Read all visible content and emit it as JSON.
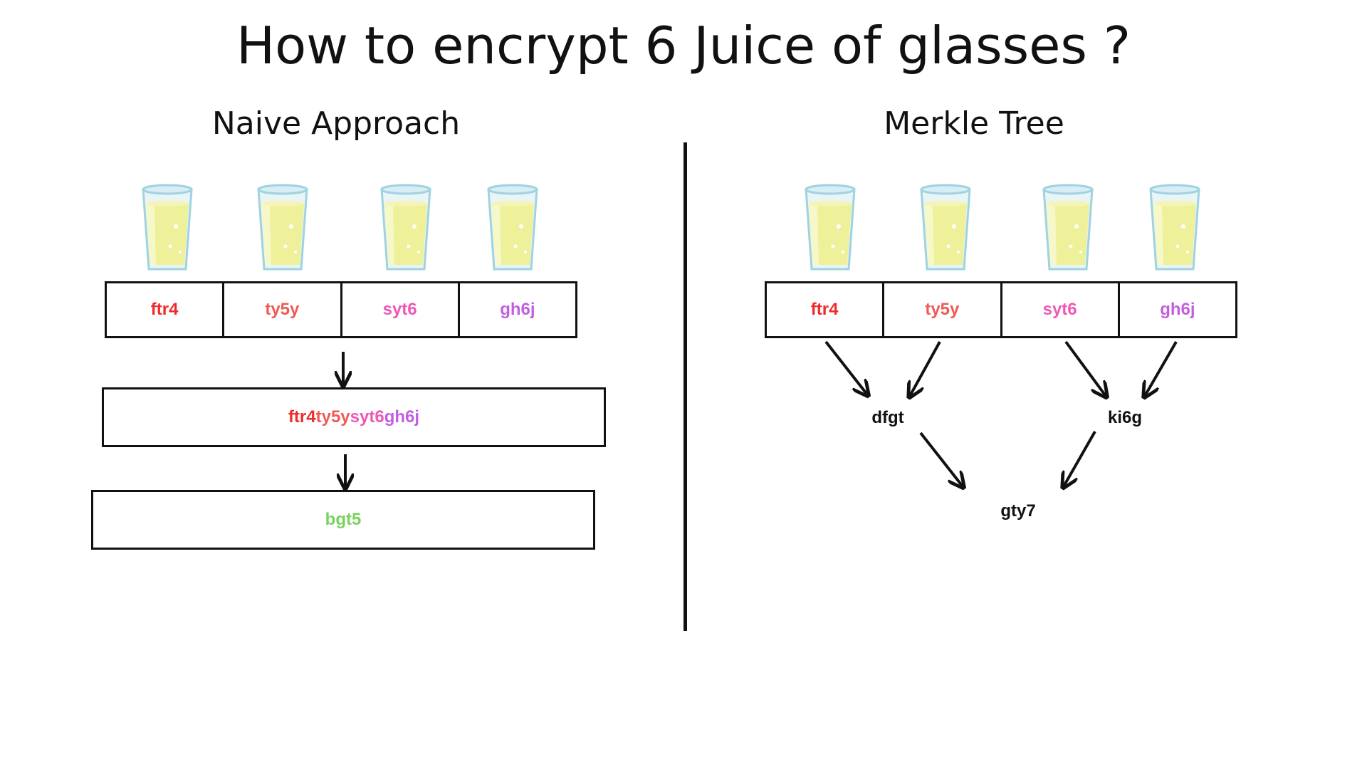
{
  "title": "How to encrypt 6 Juice of glasses ?",
  "naive": {
    "heading": "Naive Approach",
    "hashes": [
      {
        "text": "ftr4",
        "color": "#ee2b2b"
      },
      {
        "text": "ty5y",
        "color": "#ef5a56"
      },
      {
        "text": "syt6",
        "color": "#ee58b8"
      },
      {
        "text": "gh6j",
        "color": "#c25fe0"
      }
    ],
    "concat": "ftr4ty5ysyt6gh6j",
    "result": {
      "text": "bgt5",
      "color": "#78d35d"
    }
  },
  "merkle": {
    "heading": "Merkle Tree",
    "hashes": [
      {
        "text": "ftr4",
        "color": "#ee2b2b"
      },
      {
        "text": "ty5y",
        "color": "#ef5a56"
      },
      {
        "text": "syt6",
        "color": "#ee58b8"
      },
      {
        "text": "gh6j",
        "color": "#c25fe0"
      }
    ],
    "left_node": "dfgt",
    "right_node": "ki6g",
    "root": "gty7"
  },
  "icons": {
    "glass": "juice-glass-icon",
    "arrow": "down-arrow-icon"
  }
}
